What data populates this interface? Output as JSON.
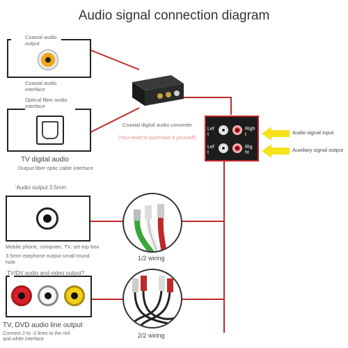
{
  "title": "Audio signal connection diagram",
  "coax_panel": {
    "label_output": "Coaxial audio\noutput",
    "label_interface": "Coaxial audio\ninterface"
  },
  "optical_panel": {
    "label_top": "Optical fiber audio\ninterface",
    "label_main": "TV digital audio",
    "label_sub": "Output fiber optic cable interface"
  },
  "converter": {
    "name": "Coaxial digital audio converter",
    "note": "(You need to purchase it yourself)"
  },
  "rca_box": {
    "left_top": "Lef\nt",
    "right_top": "Righ\nt",
    "left_bottom": "Lef\nt",
    "right_bottom": "Rig\nht"
  },
  "arrows": {
    "input_label": "Audio signal input",
    "output_label": "Auxiliary signal output",
    "color": "#f5e21b"
  },
  "jack35_panel": {
    "label_top": "'Audio output 3.5mm",
    "label_devices": "Mobile phone, computer, TV, set-top box",
    "label_hole": "3.5mm earphone output small round\nhole"
  },
  "wiring_1": {
    "label": "1/2 wiring"
  },
  "rca3_panel": {
    "label_top": "TV/DV audio and video output?",
    "label_main": "TV, DVD audio line output",
    "label_sub": "Connect 2-to -2 lines to the red\nand white interface"
  },
  "wiring_2": {
    "label": "2/2 wiring"
  },
  "colors": {
    "wire": "#c0282a",
    "rca_red": "#d8202a",
    "rca_white": "#f4f4f4",
    "rca_yellow": "#f2d018",
    "coax_gold": "#f0a81a"
  }
}
